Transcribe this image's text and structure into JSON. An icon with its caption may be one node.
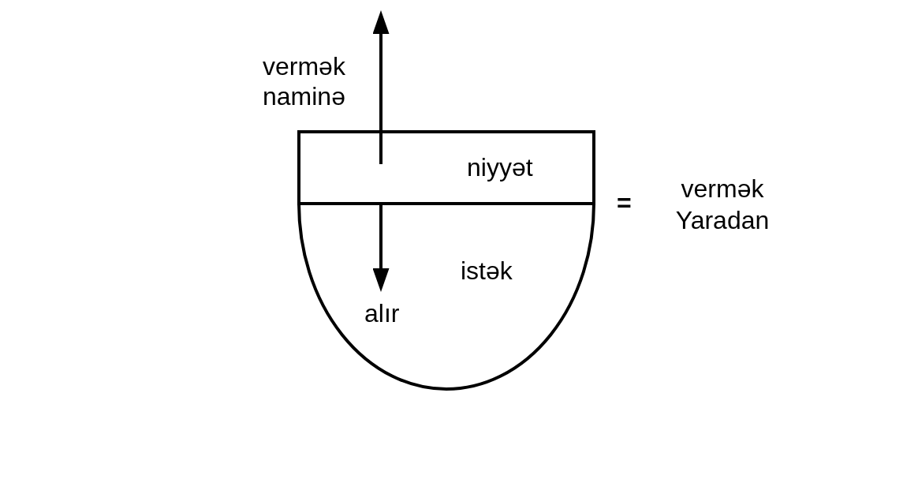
{
  "diagram": {
    "nodes": [
      {
        "text": [
          "niyyət"
        ]
      },
      {
        "text": [
          "istək"
        ]
      }
    ],
    "edges": [
      {
        "from": 0,
        "to": null,
        "arrow": "to",
        "label": "vermək naminə"
      },
      {
        "from": 0,
        "to": 1,
        "arrow": "to",
        "label": "alır"
      }
    ],
    "labels": [
      "=",
      "vermək Yaradan"
    ]
  }
}
